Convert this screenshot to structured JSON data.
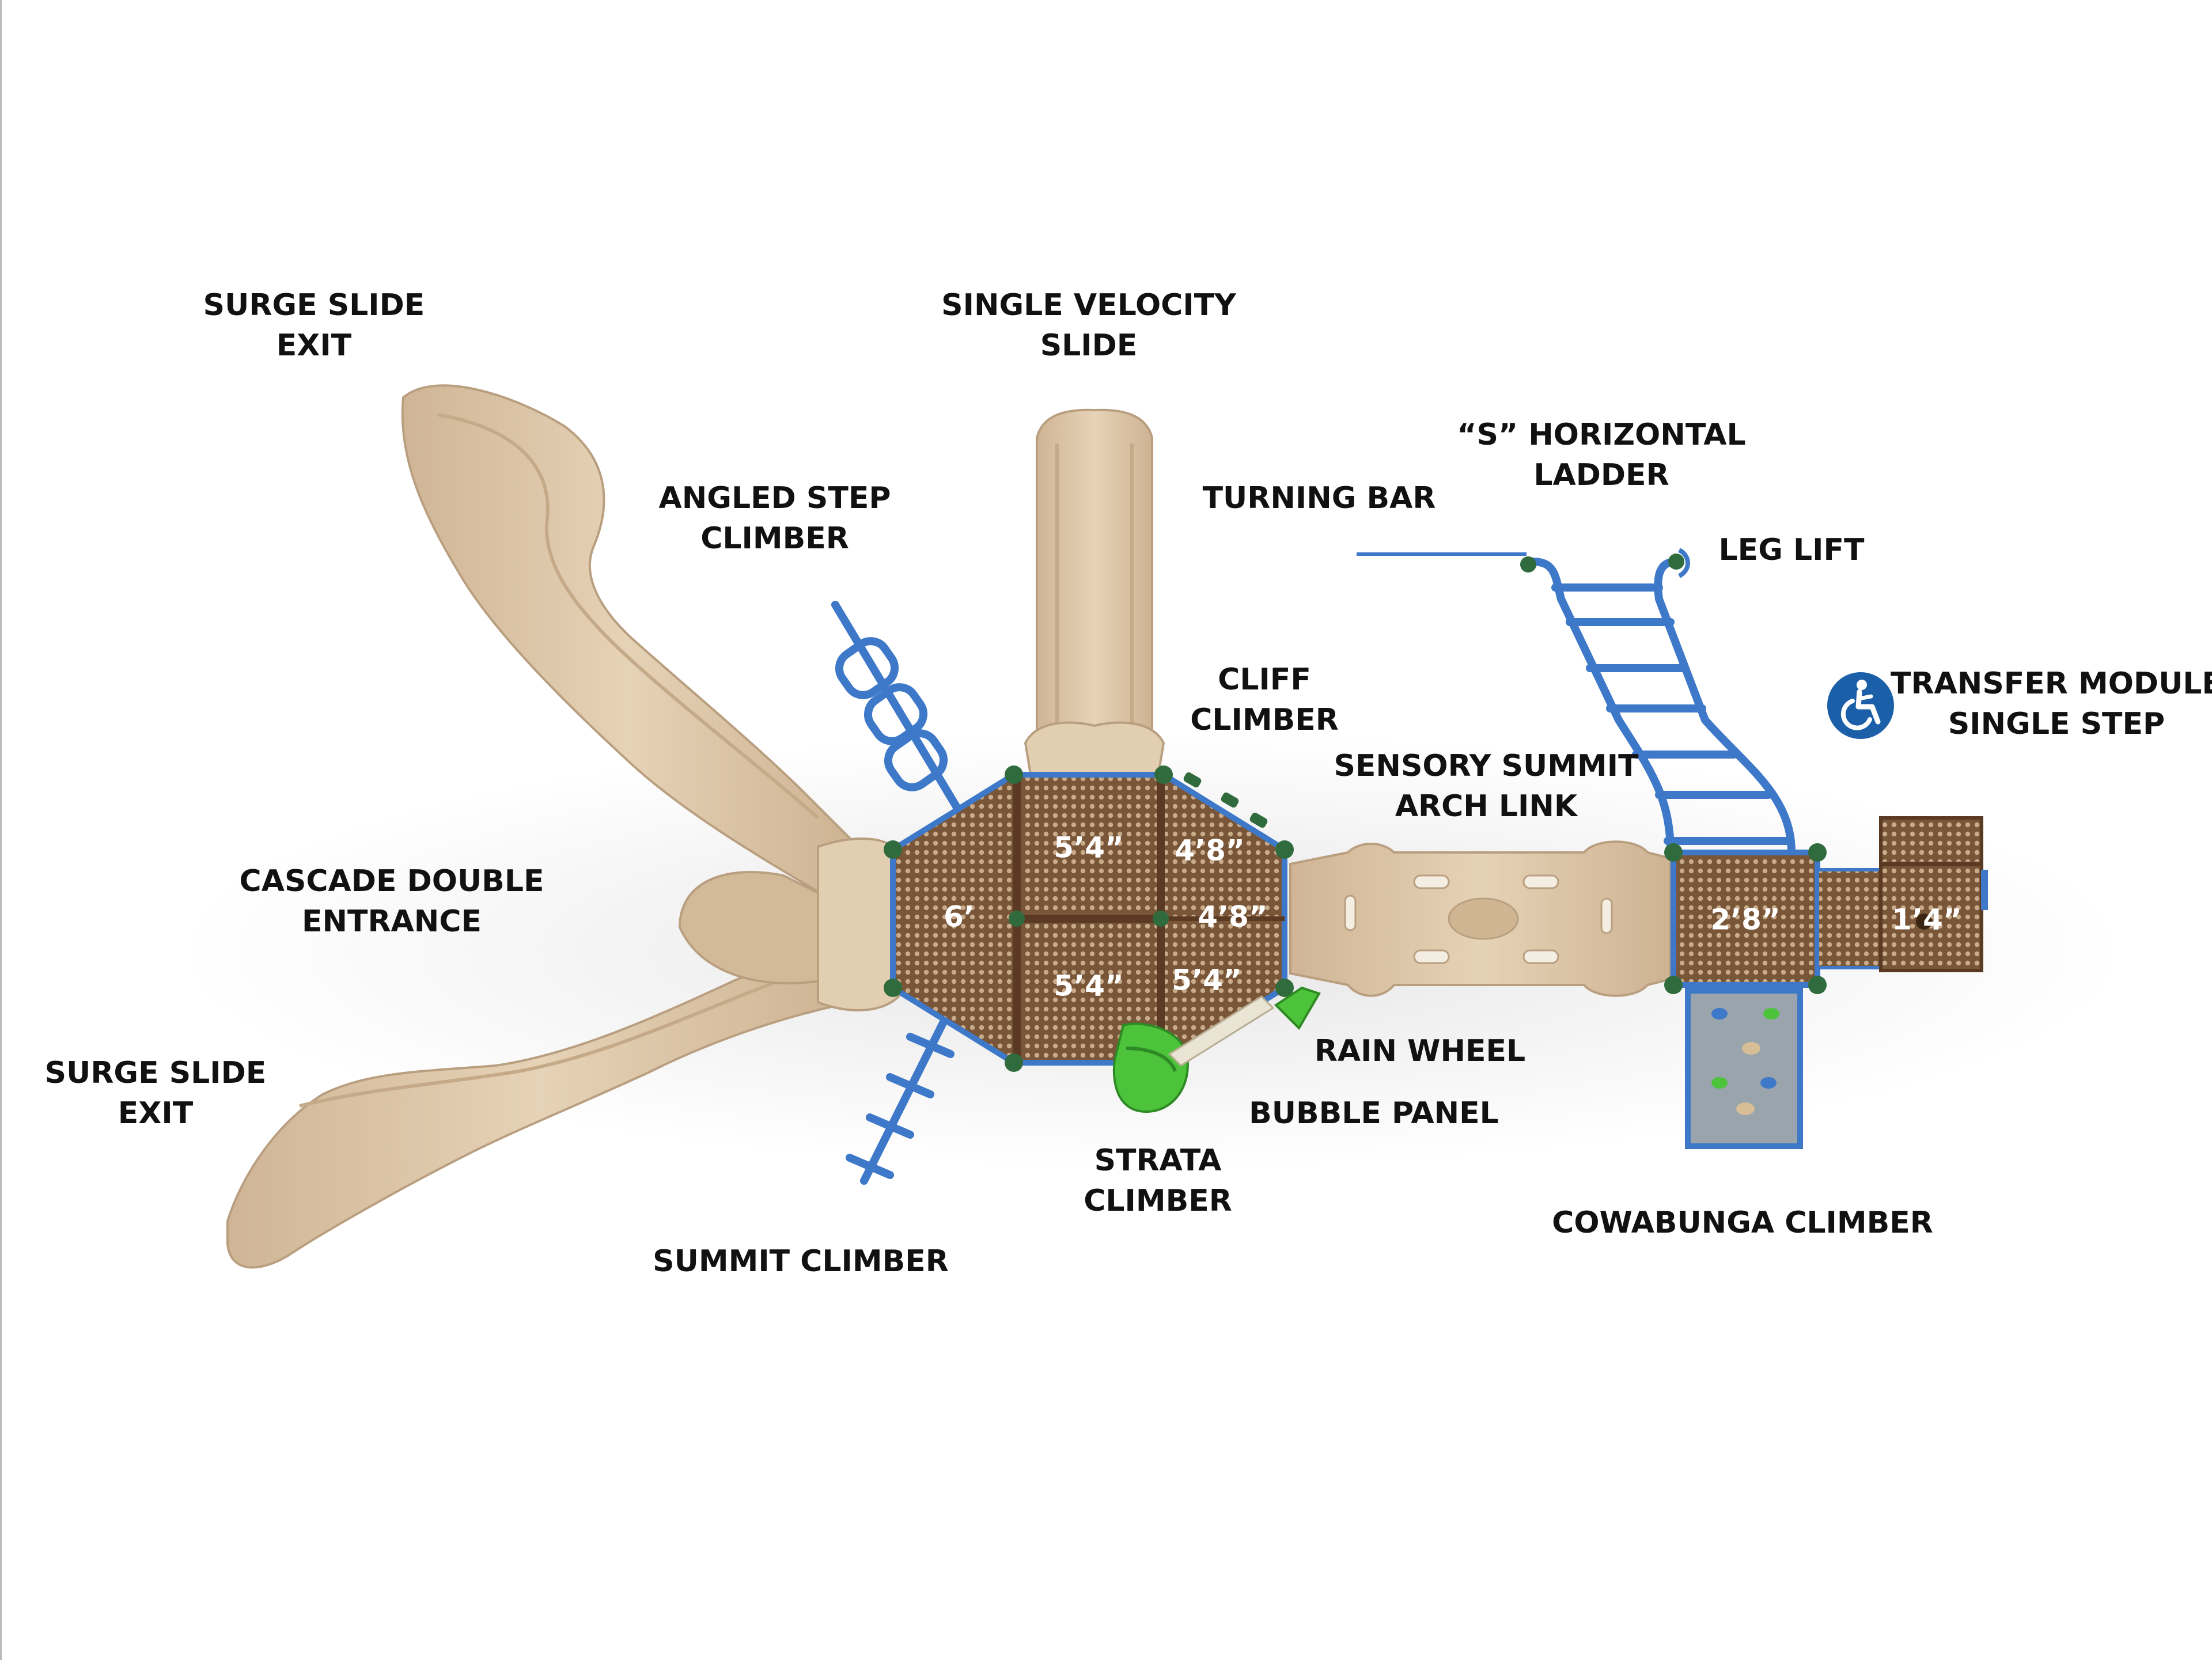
{
  "labels": {
    "surge_slide_exit_top": [
      "SURGE SLIDE",
      "EXIT"
    ],
    "single_velocity_slide": [
      "SINGLE VELOCITY",
      "SLIDE"
    ],
    "s_horizontal_ladder": [
      "“S” HORIZONTAL",
      "LADDER"
    ],
    "angled_step_climber": [
      "ANGLED STEP",
      "CLIMBER"
    ],
    "turning_bar": [
      "TURNING BAR"
    ],
    "leg_lift": [
      "LEG LIFT"
    ],
    "transfer_module": [
      "TRANSFER MODULE",
      "SINGLE STEP"
    ],
    "cliff_climber": [
      "CLIFF",
      "CLIMBER"
    ],
    "sensory_summit_arch_link": [
      "SENSORY SUMMIT",
      "ARCH LINK"
    ],
    "cascade_double_entrance": [
      "CASCADE DOUBLE",
      "ENTRANCE"
    ],
    "rain_wheel": [
      "RAIN WHEEL"
    ],
    "surge_slide_exit_bottom": [
      "SURGE SLIDE",
      "EXIT"
    ],
    "bubble_panel": [
      "BUBBLE PANEL"
    ],
    "strata_climber": [
      "STRATA",
      "CLIMBER"
    ],
    "cowabunga_climber": [
      "COWABUNGA CLIMBER"
    ],
    "summit_climber": [
      "SUMMIT CLIMBER"
    ]
  },
  "deck_heights": {
    "d6": "6’",
    "d54_top": "5’4”",
    "d48_top": "4’8”",
    "d48_mid": "4’8”",
    "d54_bottom": "5’4”",
    "d54_right": "5’4”",
    "d28": "2’8”",
    "d14": "1’4”"
  },
  "icons": {
    "accessibility": "wheelchair-accessibility-icon"
  },
  "colors": {
    "plastic_tan": "#dcc5a6",
    "plastic_tan_shadow": "#b99f80",
    "deck_brown": "#6e4c31",
    "steel_blue": "#3e78c9",
    "clamp_green": "#2f6b3c",
    "accent_green": "#4cc33a",
    "panel_gray": "#9aa4ac",
    "ada_blue": "#1a5fa8"
  }
}
